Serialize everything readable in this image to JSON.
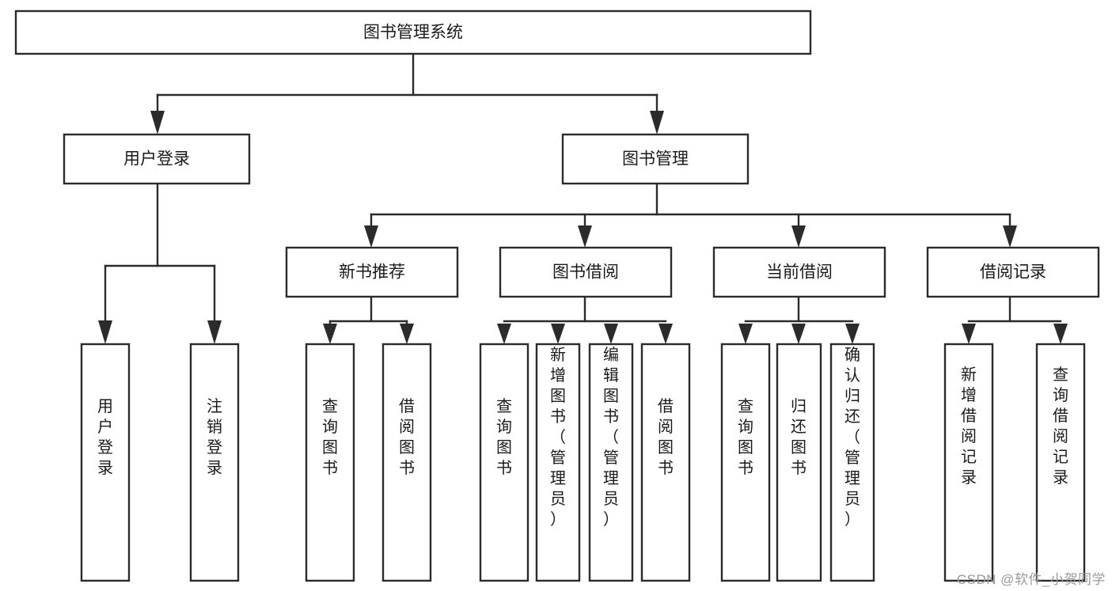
{
  "diagram": {
    "type": "tree",
    "title": "图书管理系统",
    "orientation": "top-down",
    "colors": {
      "box_fill": "#ffffff",
      "box_stroke": "#2b2b2b",
      "text": "#1a1a1a",
      "watermark": "#9a9a9a",
      "background": "#ffffff"
    },
    "root": {
      "label": "图书管理系统"
    },
    "level2": [
      {
        "label": "用户登录"
      },
      {
        "label": "图书管理"
      }
    ],
    "level3": [
      {
        "label": "新书推荐"
      },
      {
        "label": "图书借阅"
      },
      {
        "label": "当前借阅"
      },
      {
        "label": "借阅记录"
      }
    ],
    "leaves": {
      "user_login": [
        "用户登录",
        "注销登录"
      ],
      "new_book_recommend": [
        "查询图书",
        "借阅图书"
      ],
      "book_borrow": [
        "查询图书",
        "新增图书（管理员）",
        "编辑图书（管理员）",
        "借阅图书"
      ],
      "current_borrow": [
        "查询图书",
        "归还图书",
        "确认归还（管理员）"
      ],
      "borrow_record": [
        "新增借阅记录",
        "查询借阅记录"
      ]
    },
    "edges": [
      {
        "from": "图书管理系统",
        "to": "用户登录"
      },
      {
        "from": "图书管理系统",
        "to": "图书管理"
      },
      {
        "from": "图书管理",
        "to": "新书推荐"
      },
      {
        "from": "图书管理",
        "to": "图书借阅"
      },
      {
        "from": "图书管理",
        "to": "当前借阅"
      },
      {
        "from": "图书管理",
        "to": "借阅记录"
      },
      {
        "from": "用户登录",
        "to": "用户登录"
      },
      {
        "from": "用户登录",
        "to": "注销登录"
      },
      {
        "from": "新书推荐",
        "to": "查询图书"
      },
      {
        "from": "新书推荐",
        "to": "借阅图书"
      },
      {
        "from": "图书借阅",
        "to": "查询图书"
      },
      {
        "from": "图书借阅",
        "to": "新增图书（管理员）"
      },
      {
        "from": "图书借阅",
        "to": "编辑图书（管理员）"
      },
      {
        "from": "图书借阅",
        "to": "借阅图书"
      },
      {
        "from": "当前借阅",
        "to": "查询图书"
      },
      {
        "from": "当前借阅",
        "to": "归还图书"
      },
      {
        "from": "当前借阅",
        "to": "确认归还（管理员）"
      },
      {
        "from": "借阅记录",
        "to": "新增借阅记录"
      },
      {
        "from": "借阅记录",
        "to": "查询借阅记录"
      }
    ]
  },
  "watermark": {
    "text": "CSDN @软件_小贺同学"
  }
}
